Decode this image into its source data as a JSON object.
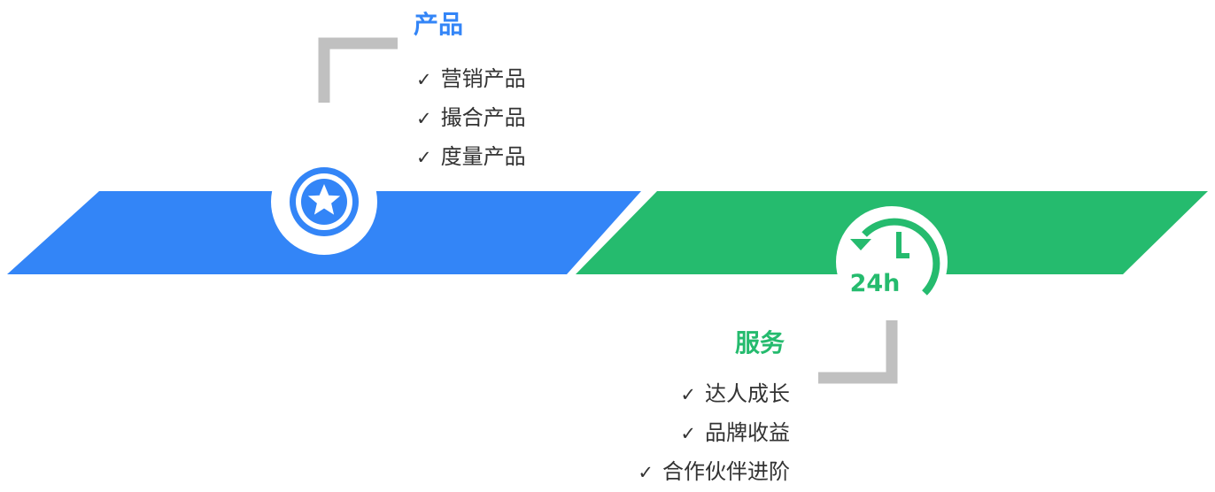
{
  "product": {
    "title": "产品",
    "items": [
      "营销产品",
      "撮合产品",
      "度量产品"
    ],
    "color": "#3385f7",
    "icon": "star-badge-icon"
  },
  "service": {
    "title": "服务",
    "items": [
      "达人成长",
      "品牌收益",
      "合作伙伴进阶"
    ],
    "icon_text": "24h",
    "color": "#25bb6e",
    "icon": "clock-24h-icon"
  },
  "check_mark": "✓",
  "connector_color": "#c0c0c0"
}
